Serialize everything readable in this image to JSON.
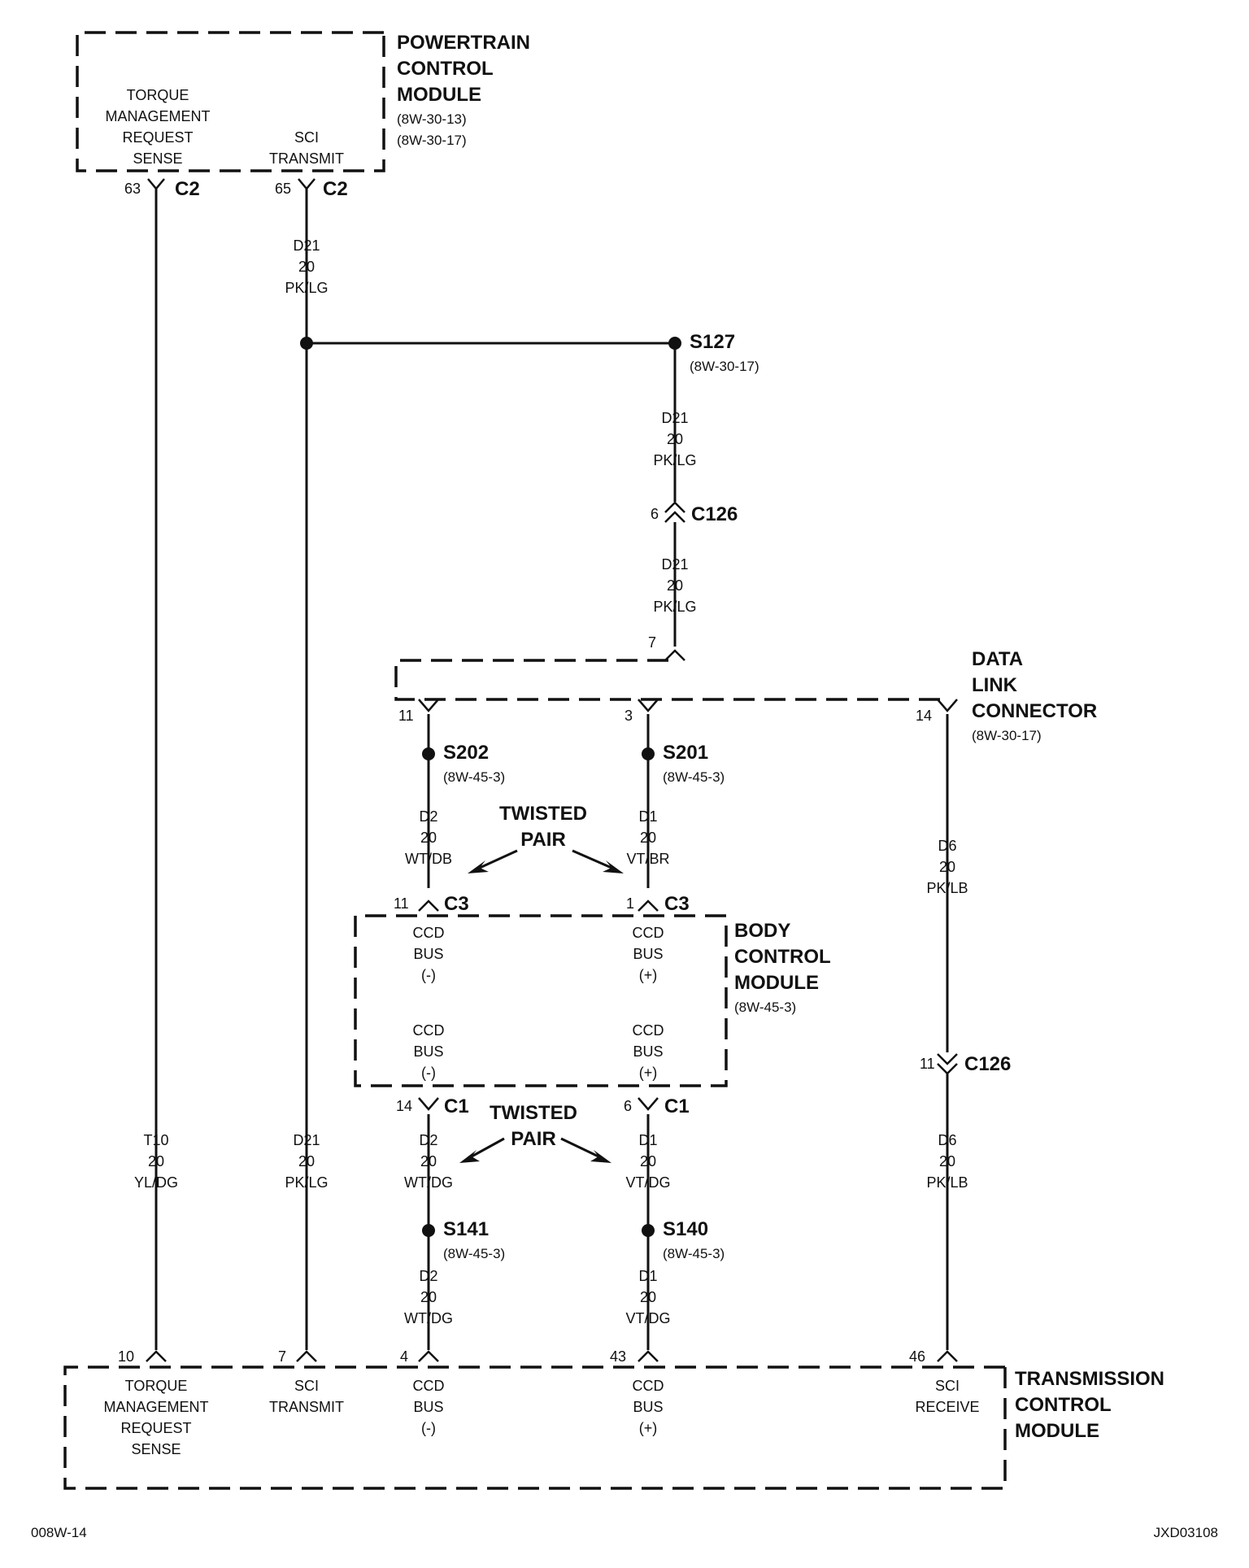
{
  "components": {
    "pcm": {
      "name": [
        "POWERTRAIN",
        "CONTROL",
        "MODULE"
      ],
      "refs": [
        "(8W-30-13)",
        "(8W-30-17)"
      ],
      "pins": {
        "torque": [
          "TORQUE",
          "MANAGEMENT",
          "REQUEST",
          "SENSE"
        ],
        "sci": [
          "SCI",
          "TRANSMIT"
        ]
      }
    },
    "dlc": {
      "name": [
        "DATA",
        "LINK",
        "CONNECTOR"
      ],
      "refs": [
        "(8W-30-17)"
      ]
    },
    "bcm": {
      "name": [
        "BODY",
        "CONTROL",
        "MODULE"
      ],
      "refs": [
        "(8W-45-3)"
      ],
      "pins": {
        "c3_minus": [
          "CCD",
          "BUS",
          "(-)"
        ],
        "c3_plus": [
          "CCD",
          "BUS",
          "(+)"
        ],
        "c1_minus": [
          "CCD",
          "BUS",
          "(-)"
        ],
        "c1_plus": [
          "CCD",
          "BUS",
          "(+)"
        ]
      }
    },
    "tcm": {
      "name": [
        "TRANSMISSION",
        "CONTROL",
        "MODULE"
      ],
      "pins": {
        "torque": [
          "TORQUE",
          "MANAGEMENT",
          "REQUEST",
          "SENSE"
        ],
        "sci_tx": [
          "SCI",
          "TRANSMIT"
        ],
        "ccd_minus": [
          "CCD",
          "BUS",
          "(-)"
        ],
        "ccd_plus": [
          "CCD",
          "BUS",
          "(+)"
        ],
        "sci_rx": [
          "SCI",
          "RECEIVE"
        ]
      }
    }
  },
  "connectors": {
    "pcm_torque": {
      "pin": "63",
      "name": "C2"
    },
    "pcm_sci": {
      "pin": "65",
      "name": "C2"
    },
    "c126_top": {
      "pin": "6",
      "name": "C126"
    },
    "c126_bottom": {
      "pin": "11",
      "name": "C126"
    },
    "dlc_7": {
      "pin": "7"
    },
    "dlc_11": {
      "pin": "11"
    },
    "dlc_3": {
      "pin": "3"
    },
    "dlc_14": {
      "pin": "14"
    },
    "bcm_c3_minus": {
      "pin": "11",
      "name": "C3"
    },
    "bcm_c3_plus": {
      "pin": "1",
      "name": "C3"
    },
    "bcm_c1_minus": {
      "pin": "14",
      "name": "C1"
    },
    "bcm_c1_plus": {
      "pin": "6",
      "name": "C1"
    },
    "tcm_torque": {
      "pin": "10"
    },
    "tcm_sci_tx": {
      "pin": "7"
    },
    "tcm_ccd_minus": {
      "pin": "4"
    },
    "tcm_ccd_plus": {
      "pin": "43"
    },
    "tcm_sci_rx": {
      "pin": "46"
    }
  },
  "splices": {
    "s127": {
      "name": "S127",
      "ref": "(8W-30-17)"
    },
    "s202": {
      "name": "S202",
      "ref": "(8W-45-3)"
    },
    "s201": {
      "name": "S201",
      "ref": "(8W-45-3)"
    },
    "s141": {
      "name": "S141",
      "ref": "(8W-45-3)"
    },
    "s140": {
      "name": "S140",
      "ref": "(8W-45-3)"
    }
  },
  "wires": {
    "w_d21_a": [
      "D21",
      "20",
      "PK/LG"
    ],
    "w_d21_b": [
      "D21",
      "20",
      "PK/LG"
    ],
    "w_d21_c": [
      "D21",
      "20",
      "PK/LG"
    ],
    "w_d21_d": [
      "D21",
      "20",
      "PK/LG"
    ],
    "w_t10": [
      "T10",
      "20",
      "YL/DG"
    ],
    "w_d2_a": [
      "D2",
      "20",
      "WT/DB"
    ],
    "w_d1_a": [
      "D1",
      "20",
      "VT/BR"
    ],
    "w_d6_a": [
      "D6",
      "20",
      "PK/LB"
    ],
    "w_d6_b": [
      "D6",
      "20",
      "PK/LB"
    ],
    "w_d2_b": [
      "D2",
      "20",
      "WT/DG"
    ],
    "w_d1_b": [
      "D1",
      "20",
      "VT/DG"
    ],
    "w_d2_c": [
      "D2",
      "20",
      "WT/DG"
    ],
    "w_d1_c": [
      "D1",
      "20",
      "VT/DG"
    ]
  },
  "notes": {
    "twisted_top": [
      "TWISTED",
      "PAIR"
    ],
    "twisted_bottom": [
      "TWISTED",
      "PAIR"
    ]
  },
  "footer": {
    "left": "008W-14",
    "right": "JXD03108"
  }
}
